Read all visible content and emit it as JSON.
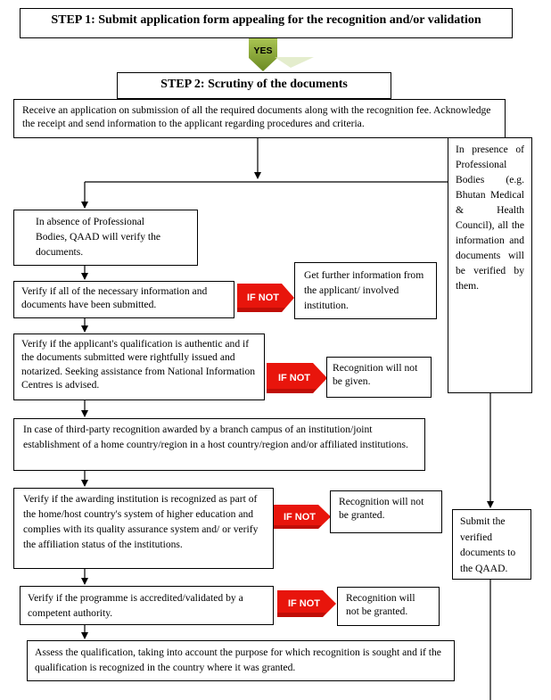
{
  "step1": {
    "prefix": "STEP 1",
    "text": ": Submit application form appealing for the recognition and/or validation"
  },
  "yes_label": "YES",
  "step2": {
    "prefix": "STEP 2",
    "text": ": Scrutiny of the documents"
  },
  "receive": "Receive an application on submission of all the required documents along with the recognition fee. Acknowledge the receipt and send information to the applicant regarding procedures and criteria.",
  "professional_bodies": "In presence of Professional Bodies (e.g. Bhutan Medical & Health Council), all the information and documents will be verified by them.",
  "absence": "In absence of Professional Bodies, QAAD will verify the documents.",
  "verify_info": "Verify if all of the necessary information and documents have been submitted.",
  "further_info": "Get further information from the applicant/ involved institution.",
  "verify_authentic": "Verify if the applicant's qualification is authentic and if the documents submitted were rightfully issued and notarized. Seeking assistance from National Information Centres is advised.",
  "no_recognition_given": "Recognition will not be given.",
  "third_party": "In case of third-party recognition awarded by a branch campus of an institution/joint establishment of a home country/region in a host country/region and/or affiliated institutions.",
  "verify_awarding": "Verify if the awarding institution is recognized as part of the home/host country's system of higher education and complies with its quality assurance system and/ or verify the affiliation status of the institutions.",
  "no_recognition_granted_1": "Recognition will not be granted.",
  "submit_verified": "Submit the verified documents to the QAAD.",
  "verify_programme": "Verify if the programme is accredited/validated by a competent authority.",
  "no_recognition_granted_2": "Recognition will not be granted.",
  "assess": "Assess the qualification, taking into account the purpose for which recognition is sought and if the qualification is recognized in the country where it was granted.",
  "if_not_label": "IF NOT",
  "colors": {
    "yes_arrow": "#8fae3a",
    "yes_arrow_dark": "#6b8a22",
    "if_not": "#e8150c",
    "if_not_dark": "#a50a05",
    "line": "#000000"
  }
}
